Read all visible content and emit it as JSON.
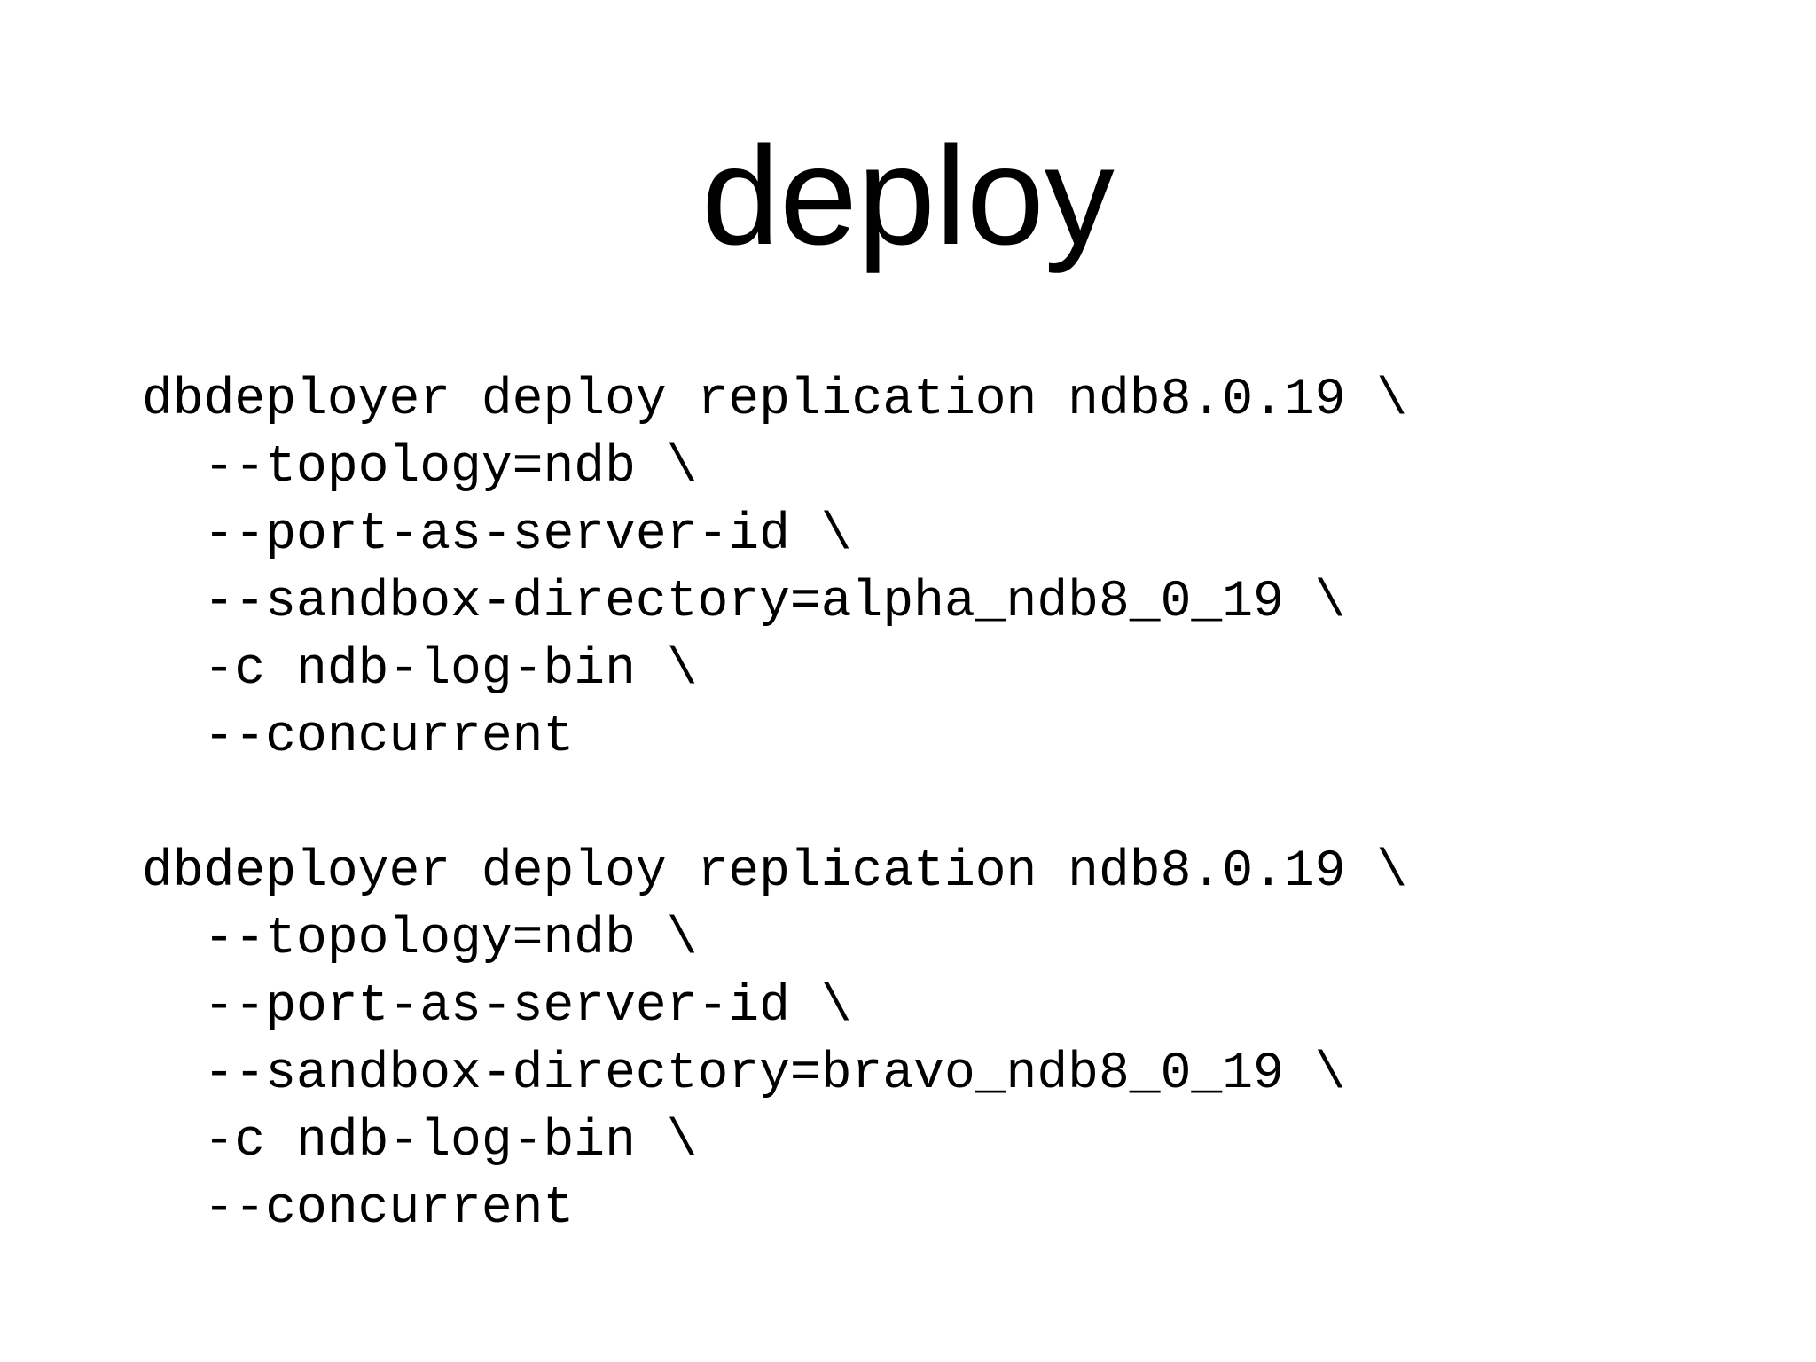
{
  "slide": {
    "title": "deploy",
    "background_color": "#ffffff",
    "text_color": "#000000"
  },
  "code_blocks": [
    {
      "lines": [
        "dbdeployer deploy replication ndb8.0.19 \\",
        "  --topology=ndb \\",
        "  --port-as-server-id \\",
        "  --sandbox-directory=alpha_ndb8_0_19 \\",
        "  -c ndb-log-bin \\",
        "  --concurrent"
      ]
    },
    {
      "lines": [
        "dbdeployer deploy replication ndb8.0.19 \\",
        "  --topology=ndb \\",
        "  --port-as-server-id \\",
        "  --sandbox-directory=bravo_ndb8_0_19 \\",
        "  -c ndb-log-bin \\",
        "  --concurrent"
      ]
    }
  ]
}
